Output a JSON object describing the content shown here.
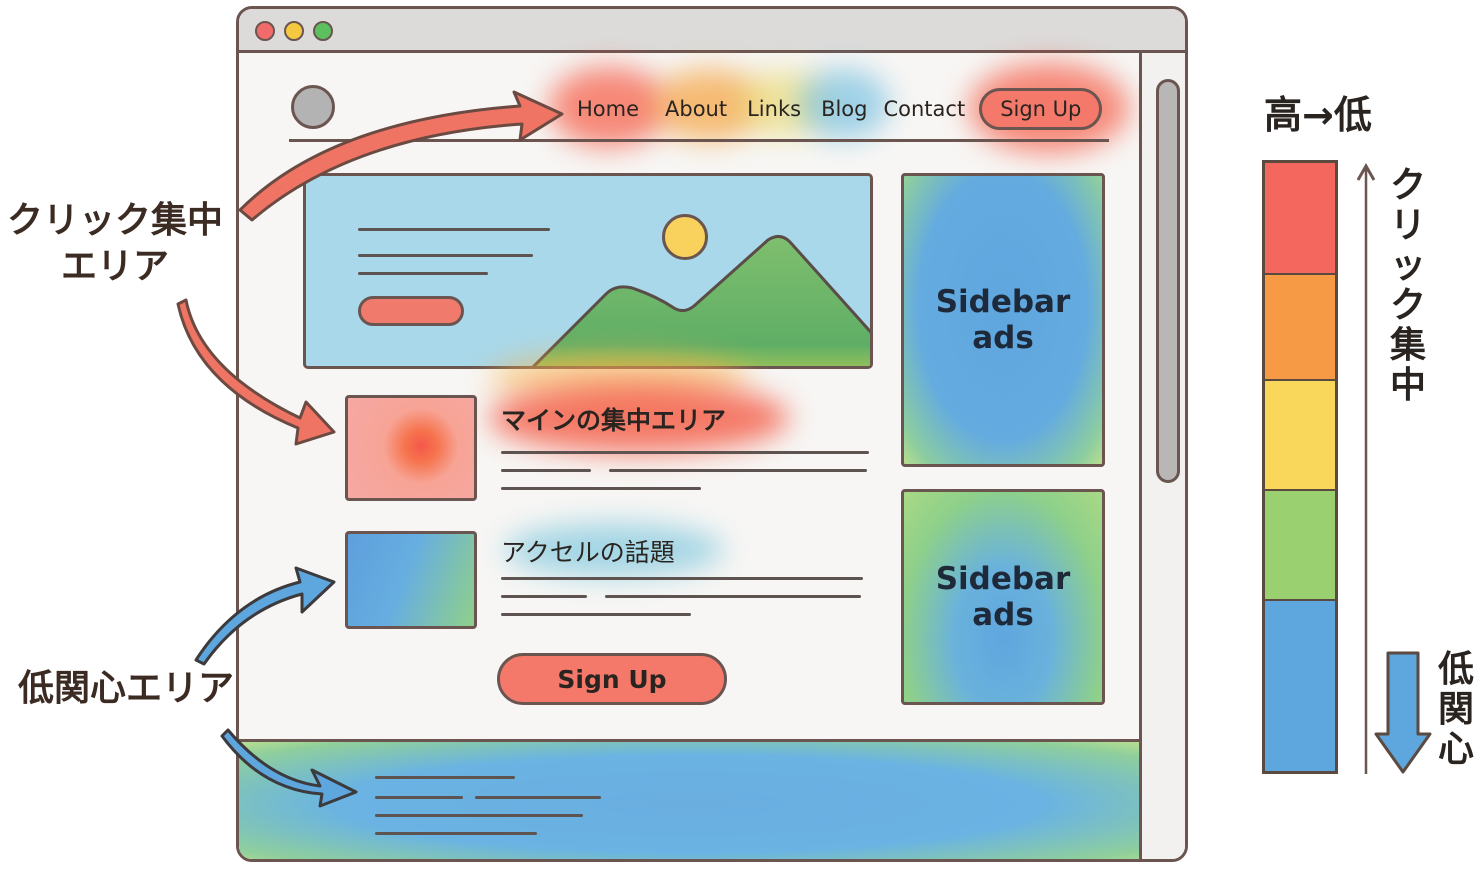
{
  "annotations": {
    "click_area_label": [
      "クリック集中",
      "エリア"
    ],
    "low_interest_label": "低関心エリア"
  },
  "browser": {
    "window_controls": [
      "close",
      "minimize",
      "maximize"
    ],
    "nav": {
      "items": [
        "Home",
        "About",
        "Links",
        "Blog",
        "Contact"
      ],
      "signup_label": "Sign Up"
    },
    "cards": [
      {
        "title": "マインの集中エリア",
        "heat": "high"
      },
      {
        "title": "アクセルの話題",
        "heat": "low"
      }
    ],
    "sidebar_ads": [
      {
        "label_line1": "Sidebar",
        "label_line2": "ads",
        "heat": "low"
      },
      {
        "label_line1": "Sidebar",
        "label_line2": "ads",
        "heat": "low-medium"
      }
    ],
    "cta_label": "Sign Up"
  },
  "legend": {
    "title": "高→低",
    "up_label": [
      "ク",
      "リ",
      "ッ",
      "ク",
      "集",
      "中"
    ],
    "down_label": [
      "低",
      "関",
      "心"
    ],
    "scale": [
      {
        "level": "highest",
        "color": "#f4675f"
      },
      {
        "level": "high",
        "color": "#f79a45"
      },
      {
        "level": "medium",
        "color": "#f9d75a"
      },
      {
        "level": "low",
        "color": "#9ad06f"
      },
      {
        "level": "lowest",
        "color": "#5ea6de"
      }
    ]
  },
  "colors": {
    "outline": "#6b5550",
    "hot": "#f4675f",
    "cold": "#5ea6de",
    "hero_sky": "#a9d8ea",
    "mountain": "#6bb46a"
  }
}
